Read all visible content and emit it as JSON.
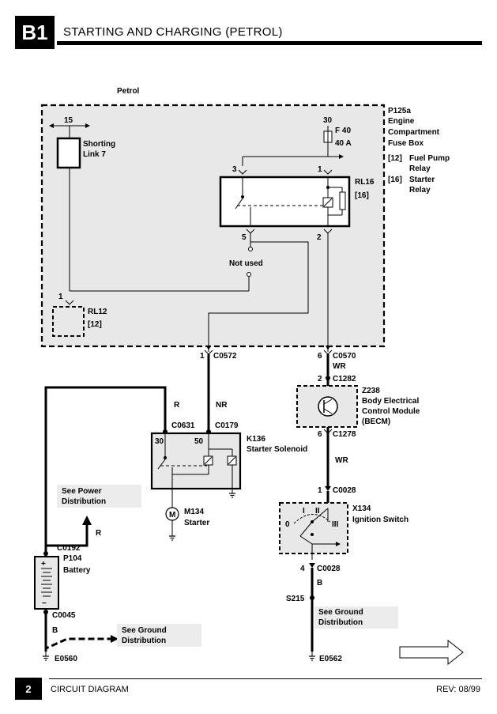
{
  "header": {
    "code": "B1",
    "title": "STARTING AND CHARGING (PETROL)"
  },
  "footer": {
    "page": "2",
    "label": "CIRCUIT DIAGRAM",
    "rev": "REV: 08/99"
  },
  "section_label": "Petrol",
  "fusebox": {
    "id": "P125a",
    "name_lines": [
      "Engine",
      "Compartment",
      "Fuse Box"
    ],
    "relays": [
      {
        "ref": "[12]",
        "lines": [
          "Fuel Pump",
          "Relay"
        ]
      },
      {
        "ref": "[16]",
        "lines": [
          "Starter",
          "Relay"
        ]
      }
    ],
    "terminal_15": "15",
    "terminal_30": "30",
    "fuse_id": "F 40",
    "fuse_rating": "40 A",
    "shorting_link_lines": [
      "Shorting",
      "Link 7"
    ],
    "rl16_id": "RL16",
    "rl16_ref": "[16]",
    "rl16_pin3": "3",
    "rl16_pin1": "1",
    "rl16_pin5": "5",
    "rl16_pin2": "2",
    "not_used": "Not used",
    "pin_1": "1",
    "rl12_id": "RL12",
    "rl12_ref": "[12]"
  },
  "connectors": {
    "c0572_pin": "1",
    "c0572": "C0572",
    "c0570_pin": "6",
    "c0570": "C0570",
    "c0570_wire": "WR",
    "c1282_pin": "2",
    "c1282": "C1282",
    "c1278_pin": "6",
    "c1278": "C1278",
    "wr": "WR",
    "c0028_top_pin": "1",
    "c0028_top": "C0028",
    "c0028_bot_pin": "4",
    "c0028_bot": "C0028",
    "wire_b_right": "B",
    "s215": "S215",
    "e0562": "E0562",
    "wire_r": "R",
    "wire_nr": "NR",
    "c0631": "C0631",
    "c0179": "C0179",
    "c0192": "C0192",
    "c0045": "C0045",
    "wire_r_up": "R",
    "wire_b_left": "B",
    "e0560": "E0560"
  },
  "becm": {
    "id": "Z238",
    "lines": [
      "Body Electrical",
      "Control Module",
      "(BECM)"
    ]
  },
  "solenoid": {
    "id": "K136",
    "name": "Starter Solenoid",
    "pin30": "30",
    "pin50": "50"
  },
  "starter": {
    "id": "M134",
    "name": "Starter",
    "symbol": "M"
  },
  "ignition": {
    "id": "X134",
    "name": "Ignition Switch",
    "pos0": "0",
    "posI": "I",
    "posII": "II",
    "posIII": "III"
  },
  "battery": {
    "id": "P104",
    "name": "Battery",
    "plus": "+",
    "minus": "−"
  },
  "notes": {
    "power_lines": [
      "See Power",
      "Distribution"
    ],
    "ground_left_lines": [
      "See Ground",
      "Distribution"
    ],
    "ground_right_lines": [
      "See Ground",
      "Distribution"
    ]
  },
  "colors": {
    "ink": "#000000",
    "panel": "#e8e8e8",
    "note_bg": "#ececec"
  },
  "icons": [
    "ground-symbol-icon",
    "next-page-arrow-icon",
    "motor-icon",
    "transistor-icon",
    "fuse-icon"
  ]
}
